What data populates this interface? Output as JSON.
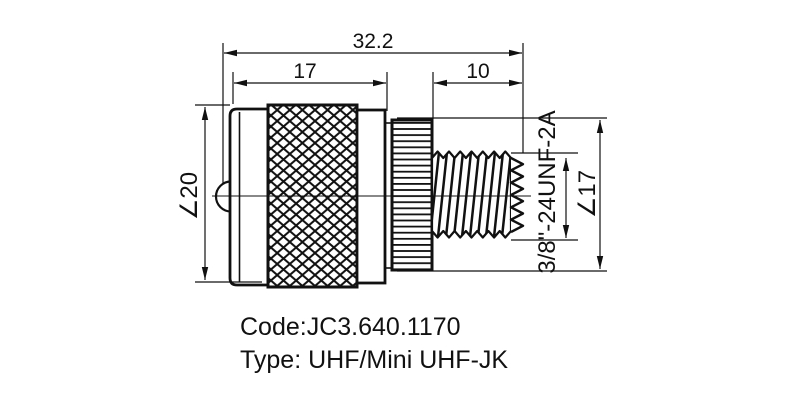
{
  "drawing": {
    "dimensions": {
      "overall_length": "32.2",
      "body_length": "17",
      "thread_length": "10",
      "body_diameter": "∠20",
      "nut_diameter": "∠17",
      "thread_spec": "3/8\"-24UNF-2A"
    },
    "notes": {
      "code_line": "Code:JC3.640.1170",
      "type_line": "Type: UHF/Mini UHF-JK"
    },
    "colors": {
      "line": "#111111",
      "background": "#ffffff"
    }
  }
}
